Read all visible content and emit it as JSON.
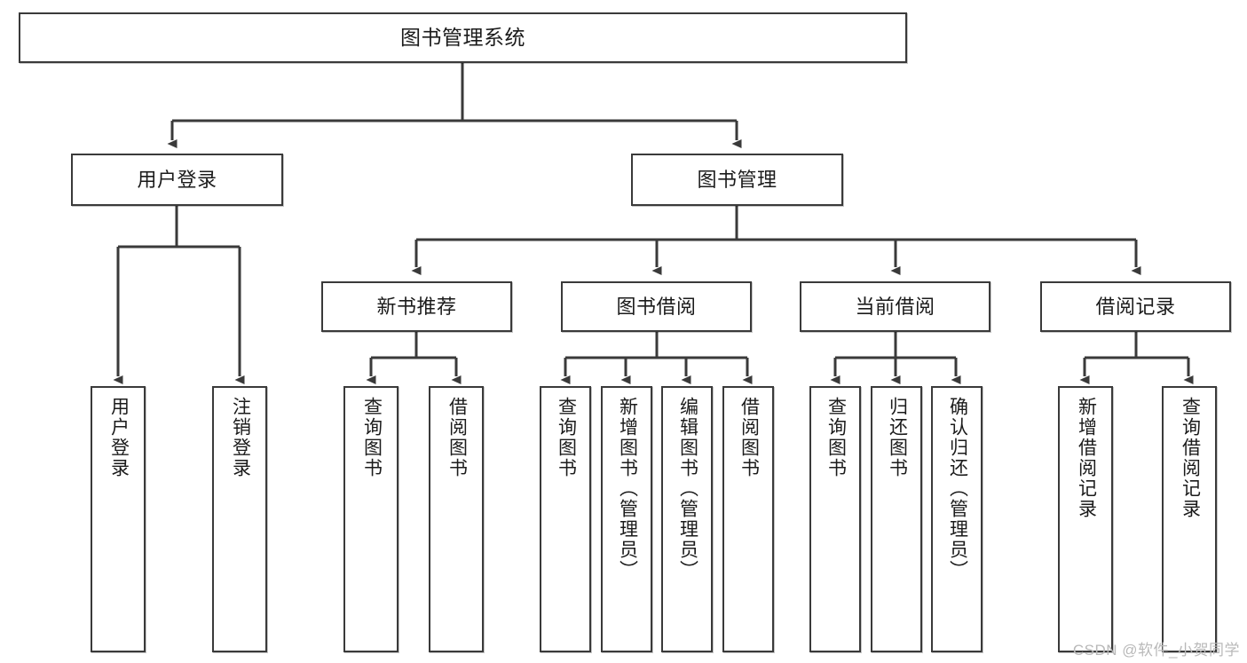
{
  "diagram": {
    "title": "图书管理系统",
    "watermark": "CSDN @软件_小贺同学",
    "line_color": "#3a3a3a",
    "box_fill": "#ffffff",
    "text_color": "#1b1b1b",
    "watermark_color": "#b9b9b9",
    "root": {
      "label": "图书管理系统"
    },
    "level2": {
      "user_login": "用户登录",
      "book_manage": "图书管理"
    },
    "level3": {
      "new_book_recommend": "新书推荐",
      "book_borrow": "图书借阅",
      "current_borrow": "当前借阅",
      "borrow_record": "借阅记录"
    },
    "leaves": {
      "user_login_children": [
        "用户登录",
        "注销登录"
      ],
      "new_book_recommend_children": [
        "查询图书",
        "借阅图书"
      ],
      "book_borrow_children": [
        "查询图书",
        "新增图书（管理员）",
        "编辑图书（管理员）",
        "借阅图书"
      ],
      "current_borrow_children": [
        "查询图书",
        "归还图书",
        "确认归还（管理员）"
      ],
      "borrow_record_children": [
        "新增借阅记录",
        "查询借阅记录"
      ]
    }
  }
}
